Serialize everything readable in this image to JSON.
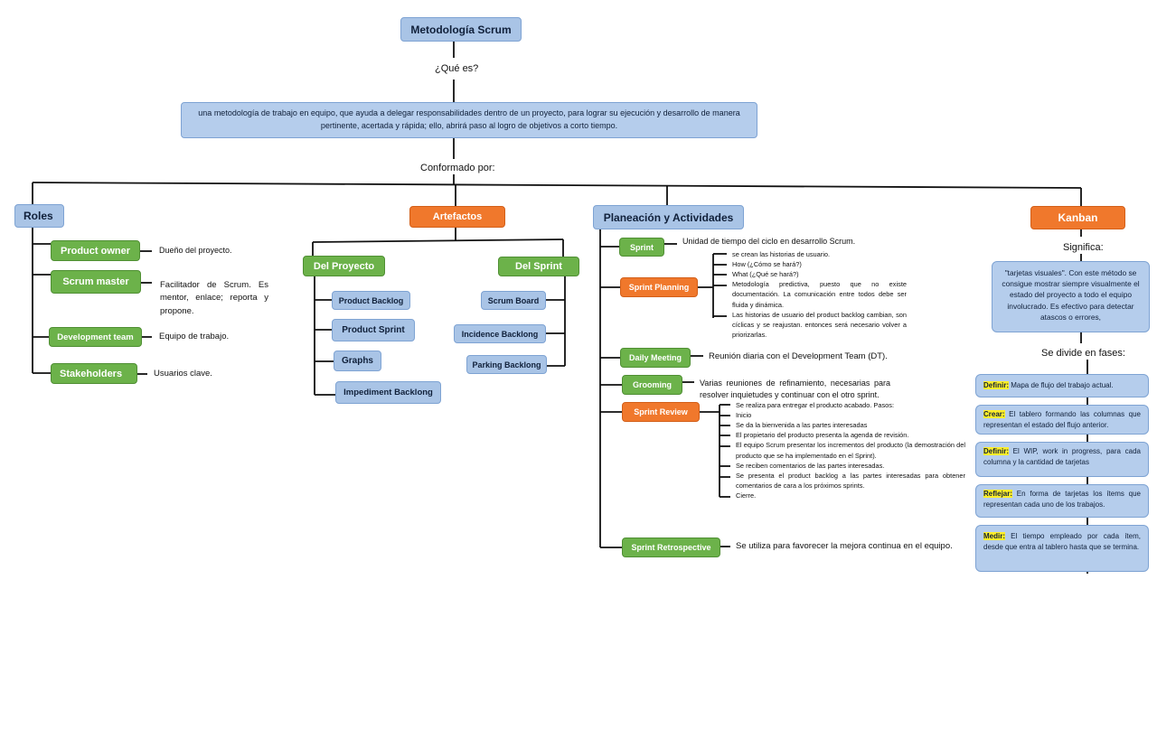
{
  "title": "Metodología Scrum",
  "question": "¿Qué es?",
  "definition": "una metodología de trabajo en equipo, que ayuda a delegar responsabilidades dentro de un proyecto, para lograr su ejecución y desarrollo de manera pertinente, acertada y rápida; ello, abrirá paso al logro de objetivos a corto tiempo.",
  "composed_by": "Conformado por:",
  "roles": {
    "header": "Roles",
    "items": [
      {
        "label": "Product owner",
        "desc": "Dueño del proyecto."
      },
      {
        "label": "Scrum master",
        "desc": "Facilitador de Scrum. Es mentor, enlace; reporta y propone."
      },
      {
        "label": "Development team",
        "desc": "Equipo de trabajo."
      },
      {
        "label": "Stakeholders",
        "desc": "Usuarios clave."
      }
    ]
  },
  "artefactos": {
    "header": "Artefactos",
    "proyecto": {
      "header": "Del Proyecto",
      "items": [
        "Product Backlog",
        "Product Sprint",
        "Graphs",
        "Impediment Backlong"
      ]
    },
    "sprint": {
      "header": "Del Sprint",
      "items": [
        "Scrum Board",
        "Incidence Backlong",
        "Parking Backlong"
      ]
    }
  },
  "planeacion": {
    "header": "Planeación y Actividades",
    "sprint": {
      "label": "Sprint",
      "desc": "Unidad de tiempo del ciclo en desarrollo Scrum."
    },
    "planning": {
      "label": "Sprint Planning",
      "points": [
        "se crean las historias de usuario.",
        "How (¿Cómo se hará?)",
        "What (¿Qué se hará?)",
        "Metodología predictiva, puesto que no existe documentación. La comunicación entre todos debe ser fluida y dinámica.",
        "Las historias de usuario del product backlog cambian, son cíclicas y se reajustan. entonces será necesario volver a priorizarlas."
      ]
    },
    "daily": {
      "label": "Daily Meeting",
      "desc": "Reunión diaria con el Development Team (DT)."
    },
    "grooming": {
      "label": "Grooming",
      "desc": "Varias reuniones de refinamiento, necesarias para resolver inquietudes y continuar con el otro sprint."
    },
    "review": {
      "label": "Sprint Review",
      "points": [
        "Se realiza para entregar el producto acabado. Pasos:",
        "Inicio",
        "Se da la bienvenida a las partes interesadas",
        "El propietario del producto presenta la agenda de revisión.",
        "El equipo Scrum presentar los incrementos del producto (la demostración del producto que se ha implementado en el Sprint).",
        "Se reciben comentarios de las partes interesadas.",
        "Se presenta el product backlog a las partes interesadas para obtener comentarios de cara a los próximos sprints.",
        "Cierre."
      ]
    },
    "retro": {
      "label": "Sprint Retrospective",
      "desc": "Se utiliza para favorecer la mejora continua en el equipo."
    }
  },
  "kanban": {
    "header": "Kanban",
    "means_label": "Significa:",
    "meaning": "\"tarjetas visuales\". Con este método se consigue mostrar siempre visualmente el estado del proyecto a todo el equipo involucrado. Es efectivo para detectar atascos o errores,",
    "phases_label": "Se divide en fases:",
    "phases": [
      {
        "name": "Definir:",
        "text": " Mapa de flujo del trabajo actual."
      },
      {
        "name": "Crear:",
        "text": " El tablero formando las columnas que representan el estado del flujo anterior."
      },
      {
        "name": "Definir:",
        "text": " El WIP, work in progress, para cada columna y la cantidad de tarjetas"
      },
      {
        "name": "Reflejar:",
        "text": " En forma de tarjetas los ítems que representan cada uno de los trabajos."
      },
      {
        "name": "Medir:",
        "text": " El tiempo empleado por cada ítem, desde que entra al tablero hasta que se termina."
      }
    ]
  },
  "colors": {
    "blue": "#a9c4e6",
    "green": "#6cb24a",
    "orange": "#f0782c",
    "highlight": "#ffef2a"
  }
}
